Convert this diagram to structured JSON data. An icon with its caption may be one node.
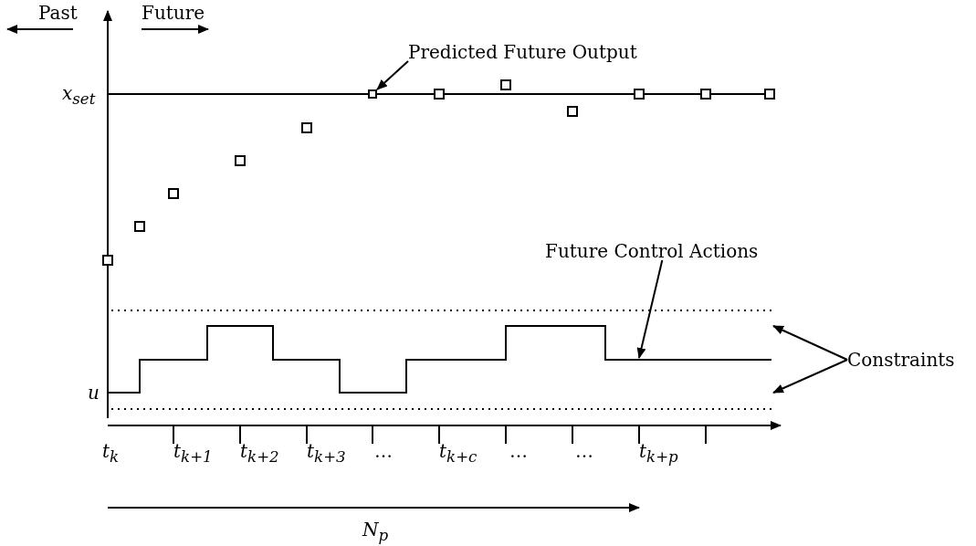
{
  "diagram": {
    "nodes": [
      {
        "text": [
          "Predicted Future Output"
        ]
      },
      {
        "text": [],
        "shape": "box"
      },
      {
        "text": [
          "Future Control Actions"
        ]
      },
      {
        "text": [
          "Constraints"
        ]
      }
    ],
    "edges": [
      {
        "from": 0,
        "to": 1,
        "arrow": "to"
      },
      {
        "from": 2,
        "to": null,
        "arrow": "to"
      },
      {
        "from": 3,
        "to": null,
        "arrow": "to"
      },
      {
        "from": 3,
        "to": null,
        "arrow": "to"
      }
    ],
    "labels": [
      "Past",
      "Future",
      "x$_{set}$",
      "u",
      "t$_{k}$",
      "t$_{k+1}$",
      "t$_{k+2}$",
      "t$_{k+3}$",
      "…",
      "t$_{k+c}$",
      "…",
      "…",
      "t$_{k+p}$",
      "N$_{p}$"
    ]
  }
}
